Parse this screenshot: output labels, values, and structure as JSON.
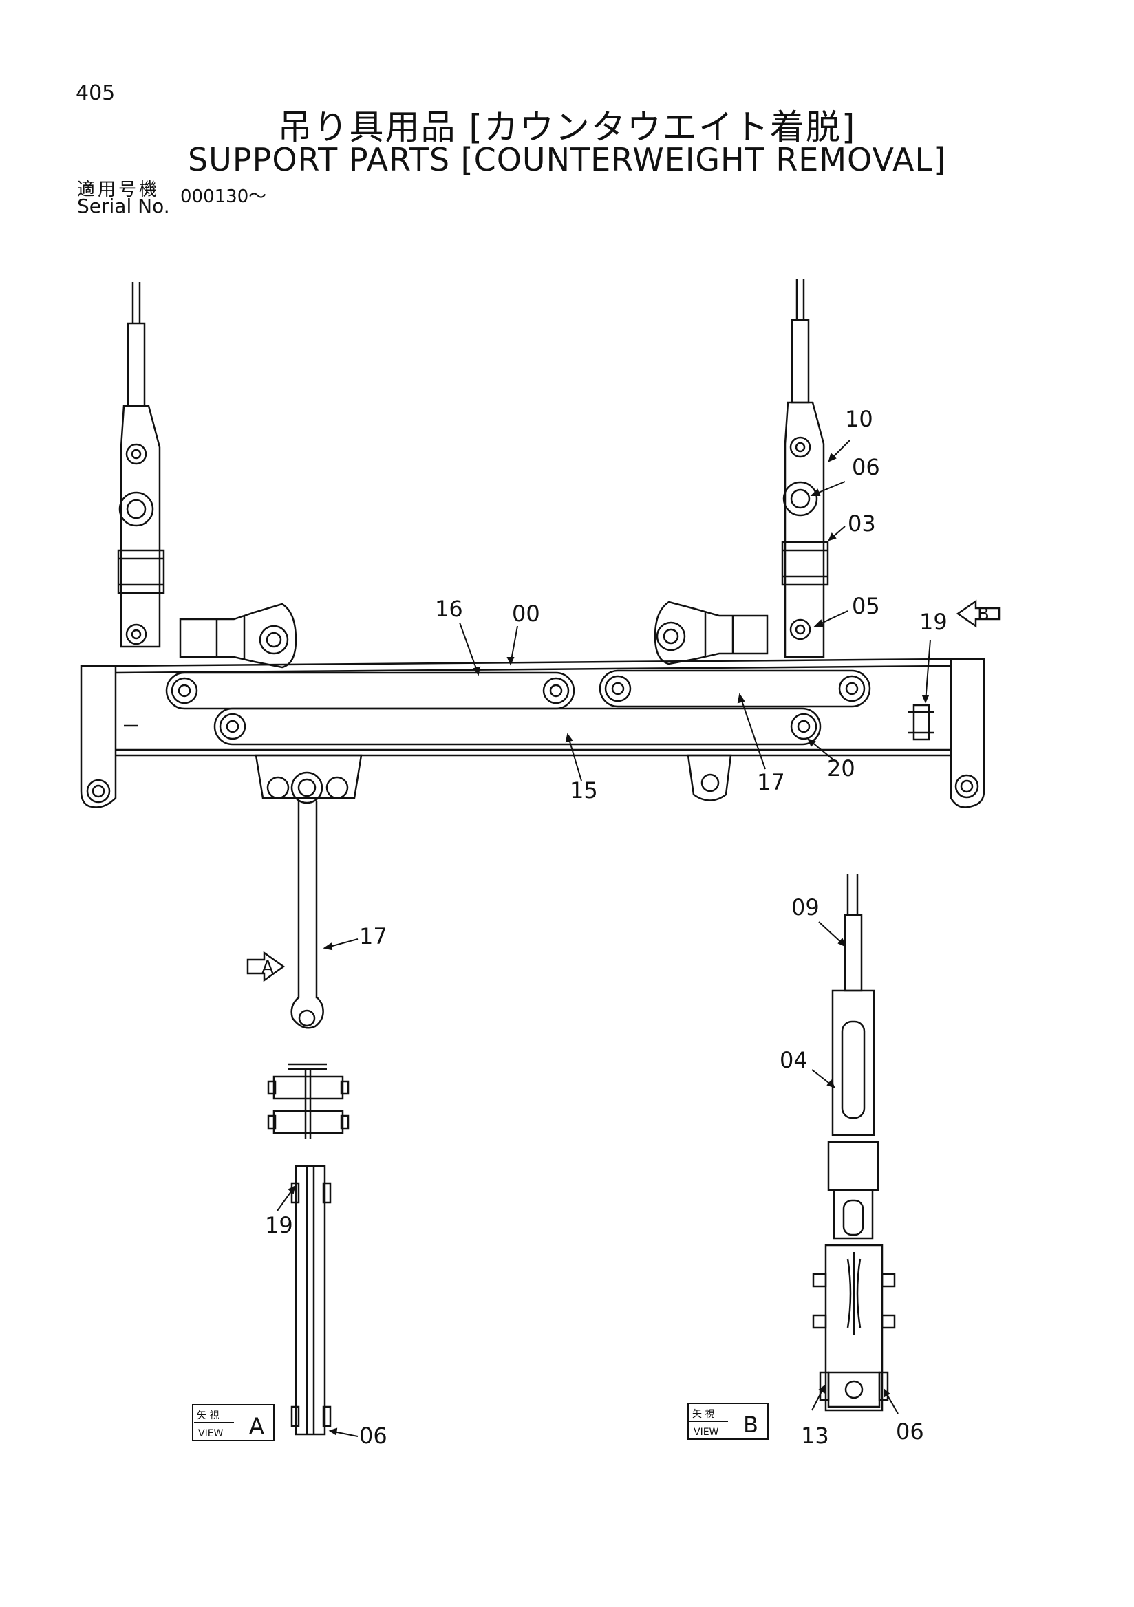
{
  "header": {
    "page_number": "405",
    "title_jp": "吊り具用品 [カウンタウエイト着脱]",
    "title_en": "SUPPORT PARTS [COUNTERWEIGHT REMOVAL]",
    "serial_label_jp": "適用号機",
    "serial_label_en": "Serial No.",
    "serial_value": "000130～"
  },
  "callouts": {
    "c10": "10",
    "c06_top": "06",
    "c03": "03",
    "c05": "05",
    "c16": "16",
    "c00": "00",
    "c19_top": "19",
    "c17_beam": "17",
    "c15": "15",
    "c20": "20",
    "c17_link": "17",
    "c09": "09",
    "c04": "04",
    "c19_viewa": "19",
    "c06_viewa": "06",
    "c13": "13",
    "c06_viewb": "06"
  },
  "view_markers": {
    "arrow_a": "A",
    "arrow_b": "B"
  },
  "view_labels": {
    "view_a": {
      "jp": "矢 視",
      "en": "VIEW",
      "letter": "A"
    },
    "view_b": {
      "jp": "矢 視",
      "en": "VIEW",
      "letter": "B"
    }
  }
}
